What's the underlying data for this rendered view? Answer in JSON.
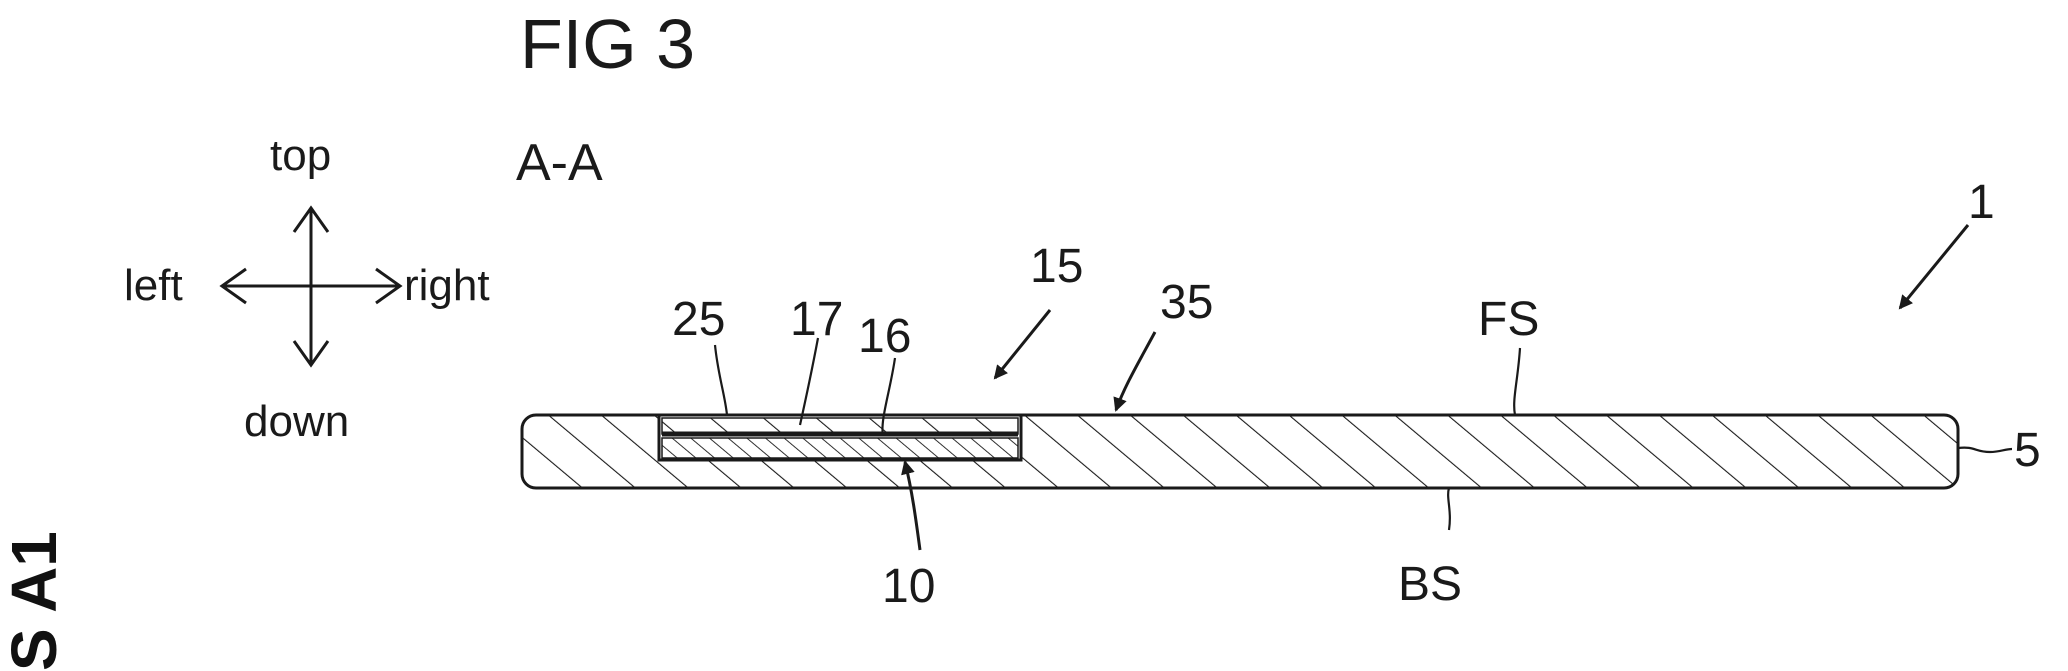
{
  "figure": {
    "title": "FIG 3",
    "section": "A-A"
  },
  "directions": {
    "top": "top",
    "down": "down",
    "left": "left",
    "right": "right"
  },
  "reference_labels": {
    "r1": "1",
    "r5": "5",
    "r10": "10",
    "r15": "15",
    "r16": "16",
    "r17": "17",
    "r25": "25",
    "r35": "35",
    "fs": "FS",
    "bs": "BS"
  },
  "margin_stamp": "S A1",
  "colors": {
    "ink": "#1a1a1a",
    "background": "#ffffff"
  }
}
